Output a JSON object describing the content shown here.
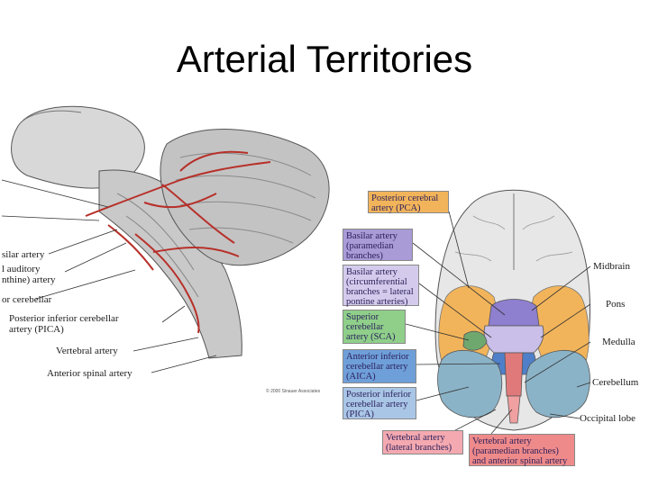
{
  "title": "Arterial Territories",
  "left_figure": {
    "labels": [
      "silar artery",
      "l auditory\nnthine) artery",
      "or cerebellar",
      "Posterior inferior cerebellar\nartery (PICA)",
      "Vertebral artery",
      "Anterior spinal artery"
    ],
    "copyright": "© 2000 Sinauer Associates"
  },
  "right_figure": {
    "territory_boxes": [
      {
        "label": "Posterior cerebral\nartery (PCA)",
        "color": "#f2b45a"
      },
      {
        "label": "Basilar artery\n(paramedian\nbranches)",
        "color": "#a99bd6"
      },
      {
        "label": "Basilar artery\n(circumferential\nbranches = lateral\npontine arteries)",
        "color": "#d4cbec"
      },
      {
        "label": "Superior\ncerebellar\nartery (SCA)",
        "color": "#8fcf8a"
      },
      {
        "label": "Anterior inferior\ncerebellar artery\n(AICA)",
        "color": "#6f9fd9"
      },
      {
        "label": "Posterior inferior\ncerebellar artery\n(PICA)",
        "color": "#a9c6e6"
      },
      {
        "label": "Vertebral artery\n(lateral branches)",
        "color": "#f4a9b0"
      },
      {
        "label": "Vertebral artery\n(paramedian branches)\nand anterior spinal artery",
        "color": "#ef8a8a"
      }
    ],
    "structure_labels": [
      "Midbrain",
      "Pons",
      "Medulla",
      "Cerebellum",
      "Occipital lobe"
    ]
  }
}
